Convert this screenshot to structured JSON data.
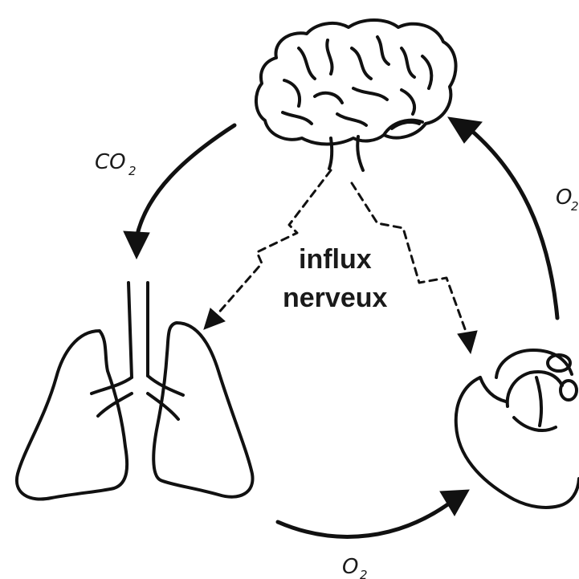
{
  "labels": {
    "co2_main": "CO",
    "co2_sub": "2",
    "o2_right_main": "O",
    "o2_right_sub": "2",
    "o2_bottom_main": "O",
    "o2_bottom_sub": "2",
    "influx_line1": "influx",
    "influx_line2": "nerveux"
  },
  "organs": {
    "brain": "brain-icon",
    "lungs": "lungs-icon",
    "heart": "heart-icon"
  },
  "colors": {
    "ink": "#111111",
    "background": "#ffffff"
  }
}
